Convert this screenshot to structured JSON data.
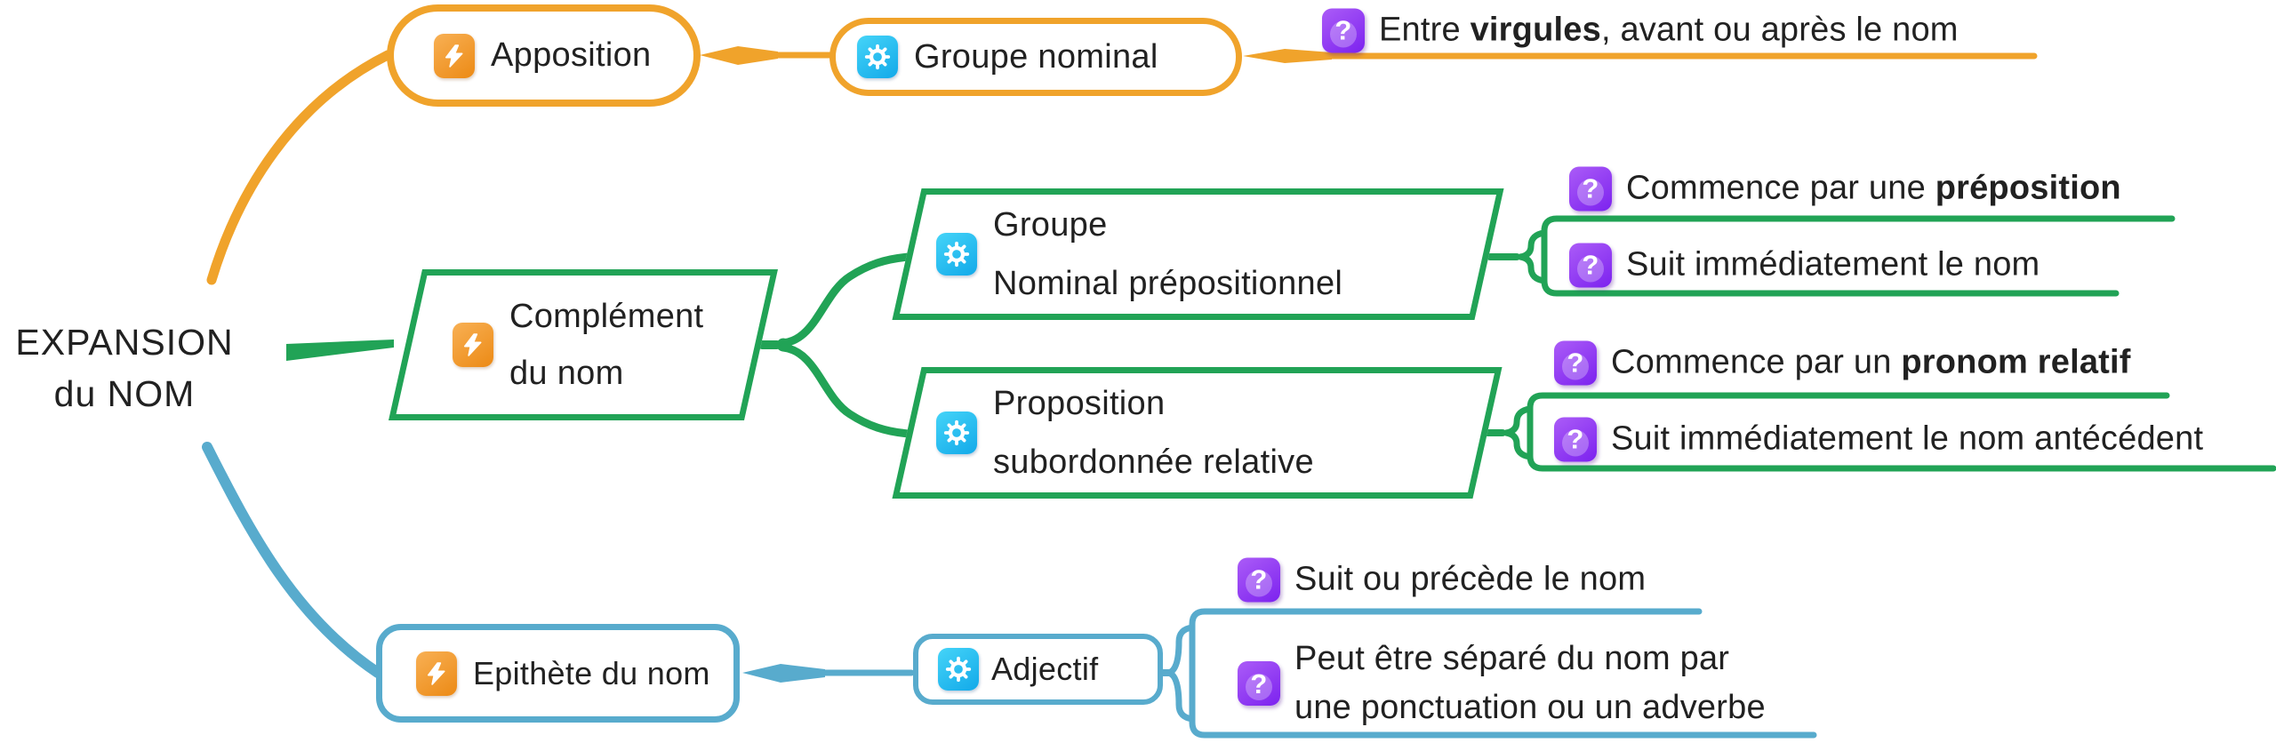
{
  "colors": {
    "orange": "#F0A32B",
    "green": "#21A356",
    "blue": "#58ABCD",
    "text": "#212121",
    "flash_from": "#F8B054",
    "flash_to": "#EC8A15",
    "gear_from": "#45D4F8",
    "gear_to": "#12A9E9",
    "purple_from": "#AB5CF7",
    "purple_to": "#7C22EF"
  },
  "icons": {
    "flash": "lightning-bolt",
    "gear": "gear",
    "question": "question-mark"
  },
  "root": {
    "line1": "EXPANSION",
    "line2": "du NOM"
  },
  "nodes": {
    "apposition": {
      "label": "Apposition"
    },
    "groupe_nominal": {
      "label": "Groupe nominal"
    },
    "complement": {
      "line1": "Complément",
      "line2": "du nom"
    },
    "gnp": {
      "line1": "Groupe",
      "line2": "Nominal prépositionnel"
    },
    "psr": {
      "line1": "Proposition",
      "line2": "subordonnée relative"
    },
    "epithete": {
      "label": "Epithète du nom"
    },
    "adjectif": {
      "label": "Adjectif"
    }
  },
  "notes": {
    "apposition_note": {
      "parts": [
        {
          "t": "Entre "
        },
        {
          "t": "virgules",
          "b": true
        },
        {
          "t": ", avant ou après le nom"
        }
      ]
    },
    "gnp_note1": {
      "parts": [
        {
          "t": "Commence par une "
        },
        {
          "t": "préposition",
          "b": true
        }
      ]
    },
    "gnp_note2": {
      "parts": [
        {
          "t": "Suit immédiatement le nom"
        }
      ]
    },
    "psr_note1": {
      "parts": [
        {
          "t": "Commence par un "
        },
        {
          "t": "pronom relatif",
          "b": true
        }
      ]
    },
    "psr_note2": {
      "parts": [
        {
          "t": "Suit immédiatement le nom antécédent"
        }
      ]
    },
    "adj_note1": {
      "parts": [
        {
          "t": "Suit ou précède le nom"
        }
      ]
    },
    "adj_note2_line1": {
      "parts": [
        {
          "t": "Peut être séparé du nom par"
        }
      ]
    },
    "adj_note2_line2": {
      "parts": [
        {
          "t": "une ponctuation ou un adverbe"
        }
      ]
    }
  }
}
